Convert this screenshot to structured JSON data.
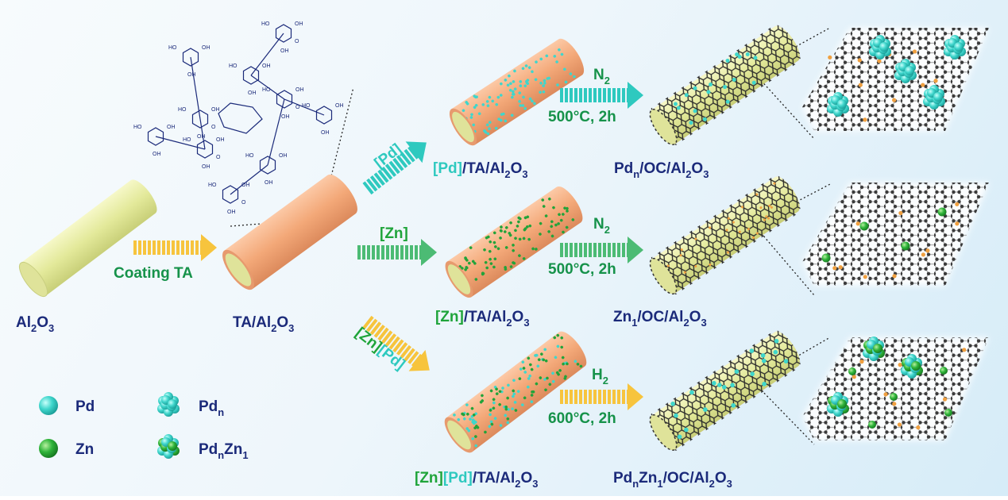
{
  "labels": {
    "al2o3": [
      {
        "t": "Al",
        "c": "navy"
      },
      {
        "t": "2",
        "c": "navy",
        "sub": true
      },
      {
        "t": "O",
        "c": "navy"
      },
      {
        "t": "3",
        "c": "navy",
        "sub": true
      }
    ],
    "ta_al2o3": [
      {
        "t": "TA/Al",
        "c": "navy"
      },
      {
        "t": "2",
        "c": "navy",
        "sub": true
      },
      {
        "t": "O",
        "c": "navy"
      },
      {
        "t": "3",
        "c": "navy",
        "sub": true
      }
    ],
    "pd_ta": [
      {
        "t": "[Pd]",
        "c": "pd"
      },
      {
        "t": "/TA/Al",
        "c": "navy"
      },
      {
        "t": "2",
        "c": "navy",
        "sub": true
      },
      {
        "t": "O",
        "c": "navy"
      },
      {
        "t": "3",
        "c": "navy",
        "sub": true
      }
    ],
    "zn_ta": [
      {
        "t": "[Zn]",
        "c": "zn"
      },
      {
        "t": "/TA/Al",
        "c": "navy"
      },
      {
        "t": "2",
        "c": "navy",
        "sub": true
      },
      {
        "t": "O",
        "c": "navy"
      },
      {
        "t": "3",
        "c": "navy",
        "sub": true
      }
    ],
    "znpd_ta": [
      {
        "t": "[Zn]",
        "c": "zn"
      },
      {
        "t": "[Pd]",
        "c": "pd"
      },
      {
        "t": "/TA/Al",
        "c": "navy"
      },
      {
        "t": "2",
        "c": "navy",
        "sub": true
      },
      {
        "t": "O",
        "c": "navy"
      },
      {
        "t": "3",
        "c": "navy",
        "sub": true
      }
    ],
    "pdn_oc": [
      {
        "t": "Pd",
        "c": "navy"
      },
      {
        "t": "n",
        "c": "navy",
        "sub": true
      },
      {
        "t": "/OC/Al",
        "c": "navy"
      },
      {
        "t": "2",
        "c": "navy",
        "sub": true
      },
      {
        "t": "O",
        "c": "navy"
      },
      {
        "t": "3",
        "c": "navy",
        "sub": true
      }
    ],
    "zn1_oc": [
      {
        "t": "Zn",
        "c": "navy"
      },
      {
        "t": "1",
        "c": "navy",
        "sub": true
      },
      {
        "t": "/OC/Al",
        "c": "navy"
      },
      {
        "t": "2",
        "c": "navy",
        "sub": true
      },
      {
        "t": "O",
        "c": "navy"
      },
      {
        "t": "3",
        "c": "navy",
        "sub": true
      }
    ],
    "pdnzn1_oc": [
      {
        "t": "Pd",
        "c": "navy"
      },
      {
        "t": "n",
        "c": "navy",
        "sub": true
      },
      {
        "t": "Zn",
        "c": "navy"
      },
      {
        "t": "1",
        "c": "navy",
        "sub": true
      },
      {
        "t": "/OC/Al",
        "c": "navy"
      },
      {
        "t": "2",
        "c": "navy",
        "sub": true
      },
      {
        "t": "O",
        "c": "navy"
      },
      {
        "t": "3",
        "c": "navy",
        "sub": true
      }
    ],
    "coating": [
      {
        "t": "Coating TA",
        "c": "green"
      }
    ],
    "arrow_pd": [
      {
        "t": "[Pd]",
        "c": "pd"
      }
    ],
    "arrow_zn": [
      {
        "t": "[Zn]",
        "c": "zn"
      }
    ],
    "arrow_znpd": [
      {
        "t": "[Zn]",
        "c": "zn"
      },
      {
        "t": "[Pd]",
        "c": "pd"
      }
    ],
    "n2_a": [
      {
        "t": "N",
        "c": "green"
      },
      {
        "t": "2",
        "c": "green",
        "sub": true
      }
    ],
    "n2_b": [
      {
        "t": "N",
        "c": "green"
      },
      {
        "t": "2",
        "c": "green",
        "sub": true
      }
    ],
    "h2": [
      {
        "t": "H",
        "c": "green"
      },
      {
        "t": "2",
        "c": "green",
        "sub": true
      }
    ],
    "cond_a": [
      {
        "t": "500°C, 2h",
        "c": "green"
      }
    ],
    "cond_b": [
      {
        "t": "500°C, 2h",
        "c": "green"
      }
    ],
    "cond_c": [
      {
        "t": "600°C, 2h",
        "c": "green"
      }
    ]
  },
  "legend": {
    "pd": [
      {
        "t": "Pd",
        "c": "navy"
      }
    ],
    "zn": [
      {
        "t": "Zn",
        "c": "navy"
      }
    ],
    "pdn": [
      {
        "t": "Pd",
        "c": "navy"
      },
      {
        "t": "n",
        "c": "navy",
        "sub": true
      }
    ],
    "pdnzn1": [
      {
        "t": "Pd",
        "c": "navy"
      },
      {
        "t": "n",
        "c": "navy",
        "sub": true
      },
      {
        "t": "Zn",
        "c": "navy"
      },
      {
        "t": "1",
        "c": "navy",
        "sub": true
      }
    ]
  },
  "molecule": {
    "oh": "OH",
    "ho": "HO",
    "o": "O"
  },
  "colors": {
    "navy": "#1b2a7a",
    "pd": "#2ec9bf",
    "zn": "#1fa43a",
    "green": "#16924a",
    "alumina": "#e4ea9c",
    "ta_coat": "#f2a77c",
    "arrow_yellow": "#f7c43d",
    "arrow_teal": "#2ec9bf",
    "arrow_green": "#4cbb74",
    "carbon": "#333333",
    "n_dopant": "#f0a040"
  }
}
